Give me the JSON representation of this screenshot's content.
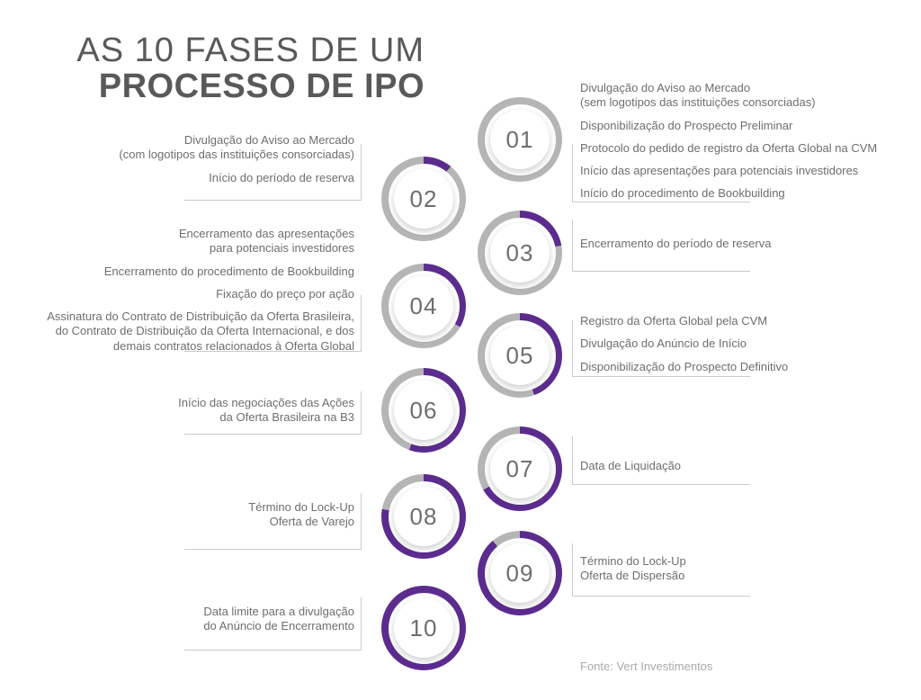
{
  "title": {
    "line1": "AS 10 FASES DE UM",
    "line2": "PROCESSO DE IPO"
  },
  "footer": {
    "source": "Fonte: Vert Investimentos"
  },
  "colors": {
    "accent_purple": "#5b2c8e",
    "ring_gray": "#b5b5b5",
    "body_text": "#6d6e70",
    "title_text": "#58595b",
    "bracket_line": "#c9cacc",
    "footer_text": "#a8aaad"
  },
  "phases": [
    {
      "number": "01",
      "progress_percent": 0,
      "items": [
        "Divulgação do Aviso ao Mercado\n(sem logotipos das instituições consorciadas)",
        "Disponibilização do Prospecto Preliminar",
        "Protocolo do pedido de registro da Oferta Global na CVM",
        "Início das apresentações para potenciais investidores",
        "Início do procedimento de Bookbuilding"
      ]
    },
    {
      "number": "02",
      "progress_percent": 11.11,
      "items": [
        "Divulgação do Aviso ao Mercado\n(com logotipos das instituições consorciadas)",
        "Início do período de reserva"
      ]
    },
    {
      "number": "03",
      "progress_percent": 22.22,
      "items": [
        "Encerramento do período de reserva"
      ]
    },
    {
      "number": "04",
      "progress_percent": 33.33,
      "items": [
        "Encerramento das apresentações\npara potenciais investidores",
        "Encerramento do procedimento de Bookbuilding",
        "Fixação do preço por ação",
        "Assinatura do Contrato de Distribuição da Oferta Brasileira,\ndo Contrato de Distribuição da Oferta Internacional, e dos\ndemais contratos relacionados à Oferta Global"
      ]
    },
    {
      "number": "05",
      "progress_percent": 44.44,
      "items": [
        "Registro da Oferta Global pela CVM",
        "Divulgação do Anúncio de Início",
        "Disponibilização do Prospecto Definitivo"
      ]
    },
    {
      "number": "06",
      "progress_percent": 55.56,
      "items": [
        "Início das negociações das Ações\nda Oferta Brasileira na B3"
      ]
    },
    {
      "number": "07",
      "progress_percent": 66.67,
      "items": [
        "Data de Liquidação"
      ]
    },
    {
      "number": "08",
      "progress_percent": 77.78,
      "items": [
        "Término do Lock-Up\nOferta de Varejo"
      ]
    },
    {
      "number": "09",
      "progress_percent": 88.89,
      "items": [
        "Término do Lock-Up\nOferta de Dispersão"
      ]
    },
    {
      "number": "10",
      "progress_percent": 100,
      "items": [
        "Data limite para a divulgação\ndo Anúncio de Encerramento"
      ]
    }
  ]
}
